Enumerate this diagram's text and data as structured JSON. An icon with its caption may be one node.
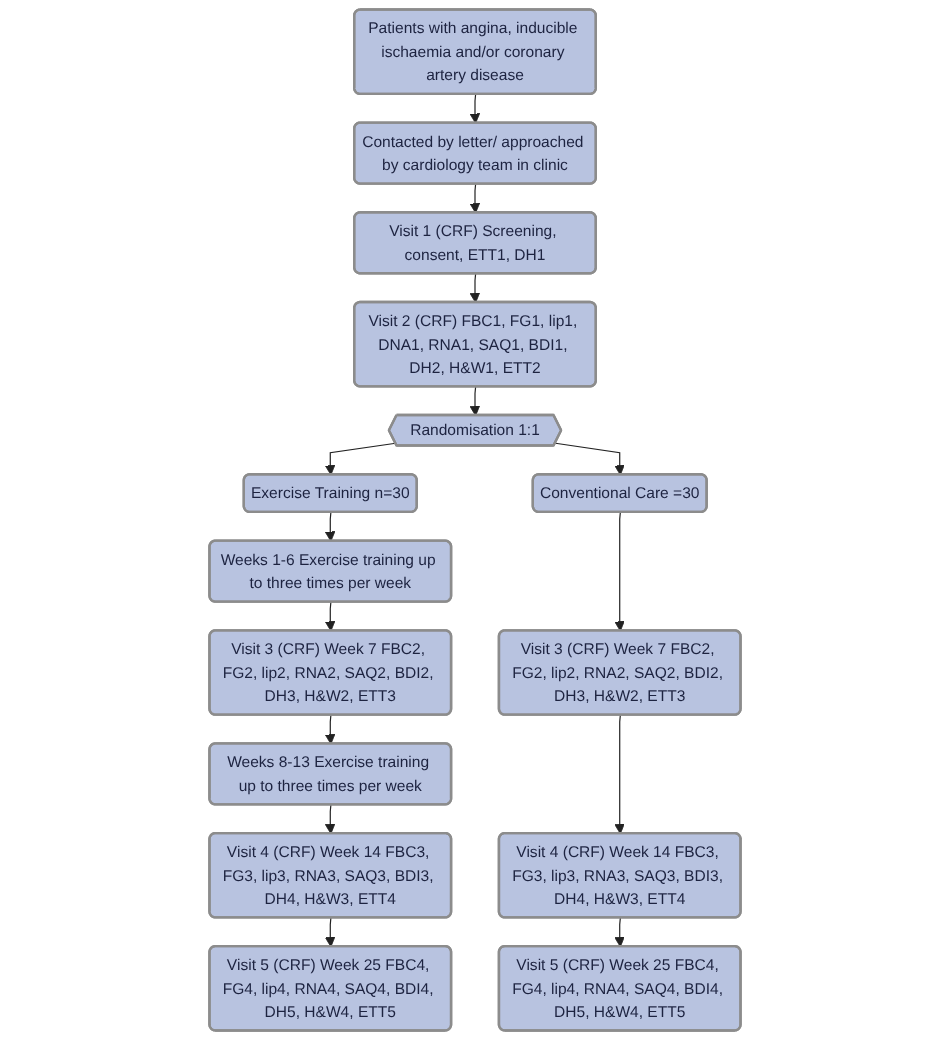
{
  "diagram": {
    "nodes": [
      {
        "text": [
          "Patients with angina, inducible ischaemia and/or coronary artery disease"
        ]
      },
      {
        "text": [
          "Contacted by letter/ approached by cardiology team in clinic"
        ]
      },
      {
        "text": [
          "Visit 1 (CRF) Screening, consent, ETT1, DH1"
        ]
      },
      {
        "text": [
          "Visit 2 (CRF) FBC1, FG1, lip1, DNA1, RNA1, SAQ1, BDI1, DH2, H&W1, ETT2"
        ]
      },
      {
        "text": [
          "Randomisation 1:1"
        ]
      },
      {
        "text": [
          "Exercise Training n=30"
        ]
      },
      {
        "text": [
          "Conventional Care =30"
        ]
      },
      {
        "text": [
          "Weeks 1-6 Exercise training up to three times per week"
        ]
      },
      {
        "text": [
          "Visit 3 (CRF) Week 7 FBC2, FG2, lip2, RNA2, SAQ2, BDI2, DH3, H&W2, ETT3"
        ]
      },
      {
        "text": [
          "Visit 3 (CRF) Week 7 FBC2, FG2, lip2, RNA2, SAQ2, BDI2, DH3, H&W2, ETT3"
        ]
      },
      {
        "text": [
          "Weeks 8-13 Exercise training up to three times per week"
        ]
      },
      {
        "text": [
          "Visit 4 (CRF) Week 14 FBC3, FG3, lip3, RNA3, SAQ3, BDI3, DH4, H&W3, ETT4"
        ]
      },
      {
        "text": [
          "Visit 4 (CRF) Week 14 FBC3, FG3, lip3, RNA3, SAQ3, BDI3, DH4, H&W3, ETT4"
        ]
      },
      {
        "text": [
          "Visit 5 (CRF) Week 25 FBC4, FG4, lip4, RNA4, SAQ4, BDI4, DH5, H&W4, ETT5"
        ]
      },
      {
        "text": [
          "Visit 5 (CRF) Week 25 FBC4, FG4, lip4, RNA4, SAQ4, BDI4, DH5, H&W4, ETT5"
        ]
      }
    ],
    "edges": [
      {
        "from": 0,
        "to": 1,
        "arrow": "to"
      },
      {
        "from": 1,
        "to": 2,
        "arrow": "to"
      },
      {
        "from": 2,
        "to": 3,
        "arrow": "to"
      },
      {
        "from": 3,
        "to": 4,
        "arrow": "to"
      },
      {
        "from": 4,
        "to": 5,
        "arrow": "to"
      },
      {
        "from": 4,
        "to": 6,
        "arrow": "to"
      },
      {
        "from": 5,
        "to": 7,
        "arrow": "to"
      },
      {
        "from": 7,
        "to": 8,
        "arrow": "to"
      },
      {
        "from": 6,
        "to": 9,
        "arrow": "to"
      },
      {
        "from": 8,
        "to": 10,
        "arrow": "to"
      },
      {
        "from": 10,
        "to": 11,
        "arrow": "to"
      },
      {
        "from": 9,
        "to": 12,
        "arrow": "to"
      },
      {
        "from": 11,
        "to": 13,
        "arrow": "to"
      },
      {
        "from": 12,
        "to": 14,
        "arrow": "to"
      }
    ]
  }
}
